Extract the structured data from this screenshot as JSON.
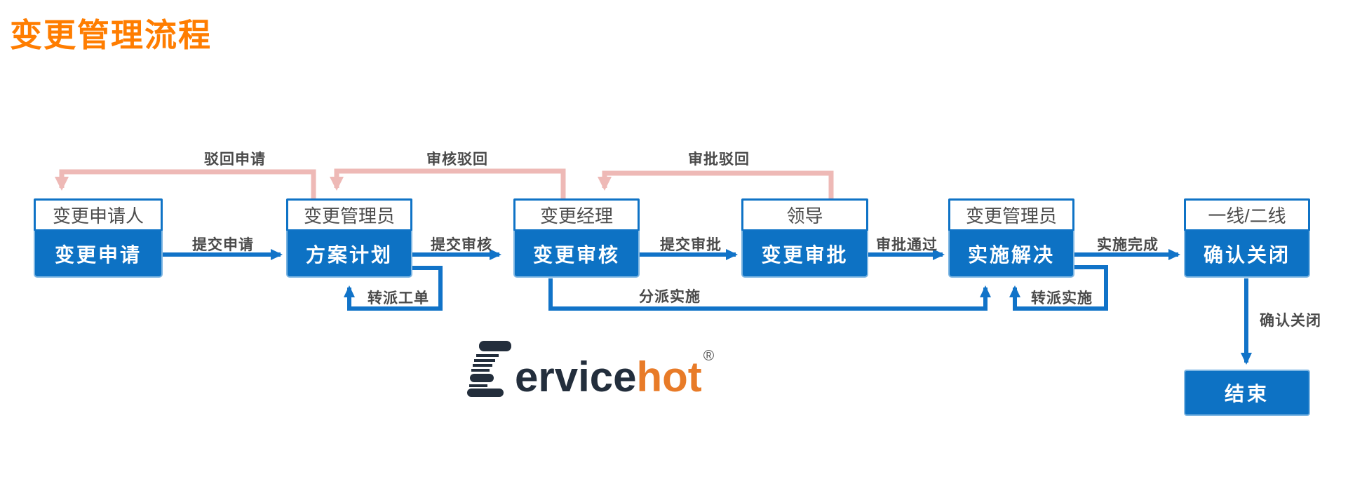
{
  "title": "变更管理流程",
  "colors": {
    "title_orange": "#ff7d00",
    "node_blue": "#0d72c4",
    "node_border_blue": "#0f73c6",
    "arrow_blue": "#1173c8",
    "return_pink": "#eeb9b6",
    "label_gray": "#4a4a4a",
    "logo_dark": "#232e3c",
    "logo_orange": "#e87b28"
  },
  "flow": {
    "nodes": [
      {
        "role": "变更申请人",
        "step": "变更申请"
      },
      {
        "role": "变更管理员",
        "step": "方案计划"
      },
      {
        "role": "变更经理",
        "step": "变更审核"
      },
      {
        "role": "领导",
        "step": "变更审批"
      },
      {
        "role": "变更管理员",
        "step": "实施解决"
      },
      {
        "role": "一线/二线",
        "step": "确认关闭"
      }
    ],
    "end": "结束",
    "forward_edges": [
      "提交申请",
      "提交审核",
      "提交审批",
      "审批通过",
      "实施完成"
    ],
    "return_edges": [
      "驳回申请",
      "审核驳回",
      "审批驳回"
    ],
    "loop_edges": [
      "转派工单",
      "分派实施",
      "转派实施"
    ],
    "final_edge": "确认关闭"
  },
  "logo": {
    "part_dark": "ervice",
    "part_accent": "hot",
    "registered": "®"
  }
}
